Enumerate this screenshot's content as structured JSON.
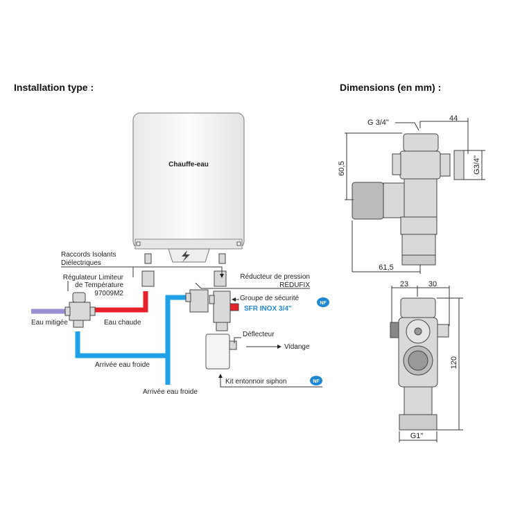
{
  "installation": {
    "title": "Installation type :",
    "heater_label": "Chauffe-eau",
    "labels": {
      "raccords_1": "Raccords Isolants",
      "raccords_2": "Diélectriques",
      "regulateur_1": "Régulateur Limiteur",
      "regulateur_2": "de Température",
      "regulateur_3": "97009M2",
      "reducteur_1": "Réducteur de pression",
      "reducteur_2": "RÉDUFIX",
      "groupe_1": "Groupe de sécurité",
      "groupe_2": "SFR INOX 3/4''",
      "eau_mitigee": "Eau mitigée",
      "eau_chaude": "Eau chaude",
      "arrivee_1": "Arrivée eau froide",
      "arrivee_2": "Arrivée eau froide",
      "deflecteur": "Déflecteur",
      "vidange": "Vidange",
      "kit": "Kit entonnoir siphon"
    },
    "logo_text": "NF",
    "colors": {
      "hot": "#e8202a",
      "cold": "#1ea1e6",
      "mixed": "#9a8fd0",
      "brand_blue": "#1e88d4"
    }
  },
  "dimensions": {
    "title": "Dimensions (en mm) :",
    "inlet_thread": "G 3/4\"",
    "width_top": "44",
    "height_top": "60,5",
    "side_thread": "G3/4\"",
    "width_bottom_left": "61,5",
    "front_left": "23",
    "front_right": "30",
    "total_height": "120",
    "outlet_thread": "G1\""
  }
}
